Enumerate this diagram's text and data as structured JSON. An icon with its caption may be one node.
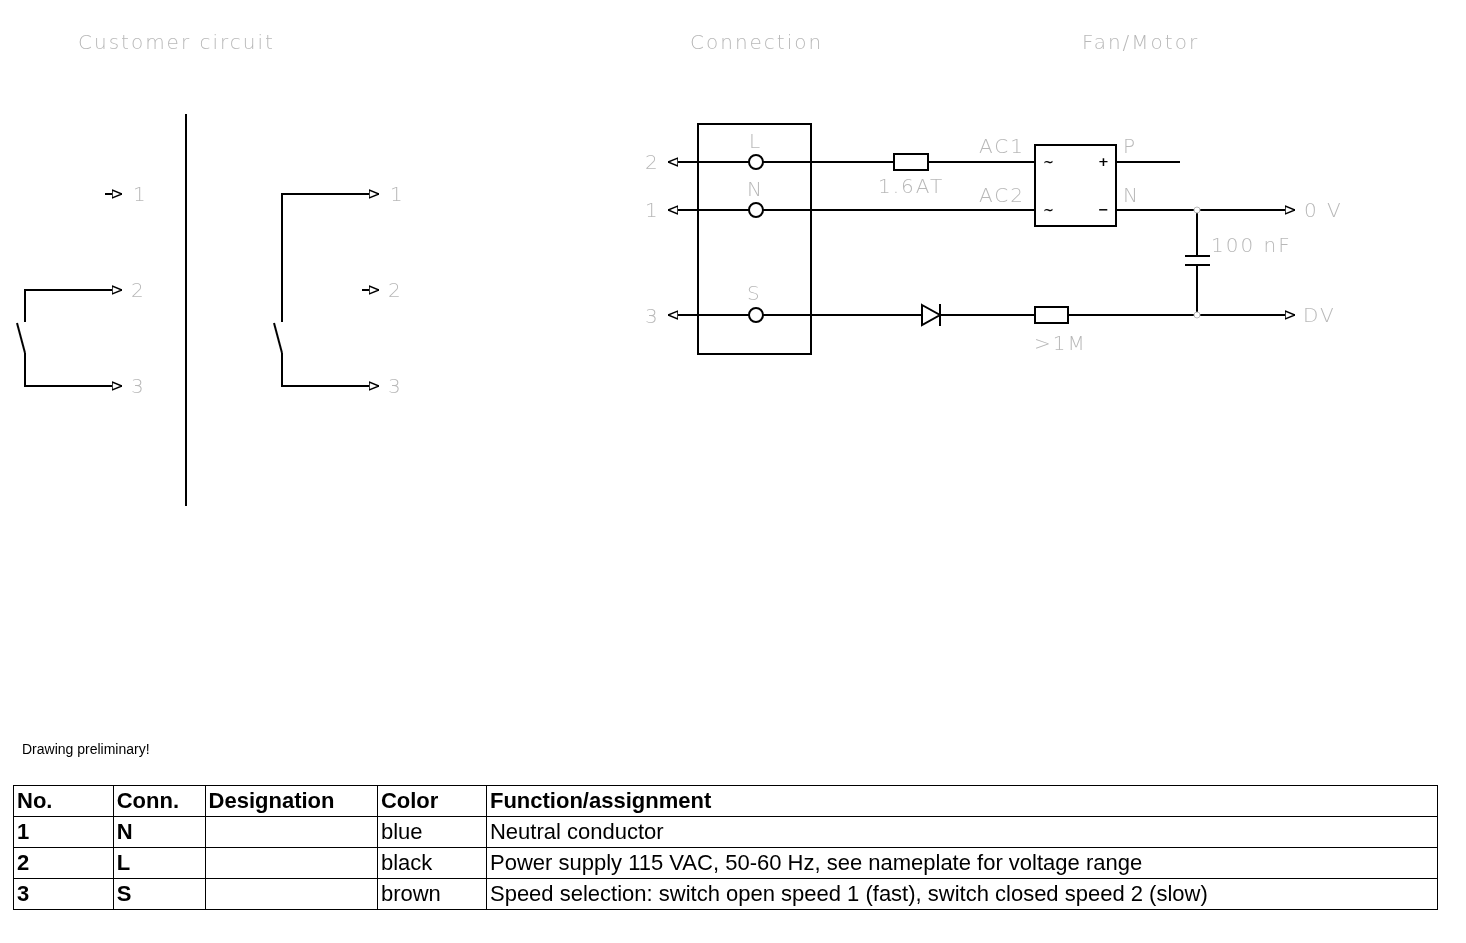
{
  "diagram": {
    "labels": [
      "Customer circuit",
      "Connection",
      "Fan/Motor",
      "1",
      "2",
      "3",
      "1",
      "2",
      "3",
      "L",
      "N",
      "S",
      "2",
      "1",
      "3",
      "1.6AT",
      "AC1",
      "AC2",
      "~",
      "+",
      "~",
      "−",
      "P",
      "N",
      "0 V",
      "100 nF",
      "DV",
      ">1M",
      "Drawing preliminary!",
      "No.",
      "Conn.",
      "Designation",
      "Color",
      "Function/assignment",
      "1",
      "N",
      "blue",
      "Neutral conductor",
      "2",
      "L",
      "black",
      "Power supply 115 VAC, 50-60 Hz, see nameplate for voltage range",
      "3",
      "S",
      "brown",
      "Speed selection: switch open speed 1 (fast), switch closed speed 2 (slow)"
    ]
  }
}
